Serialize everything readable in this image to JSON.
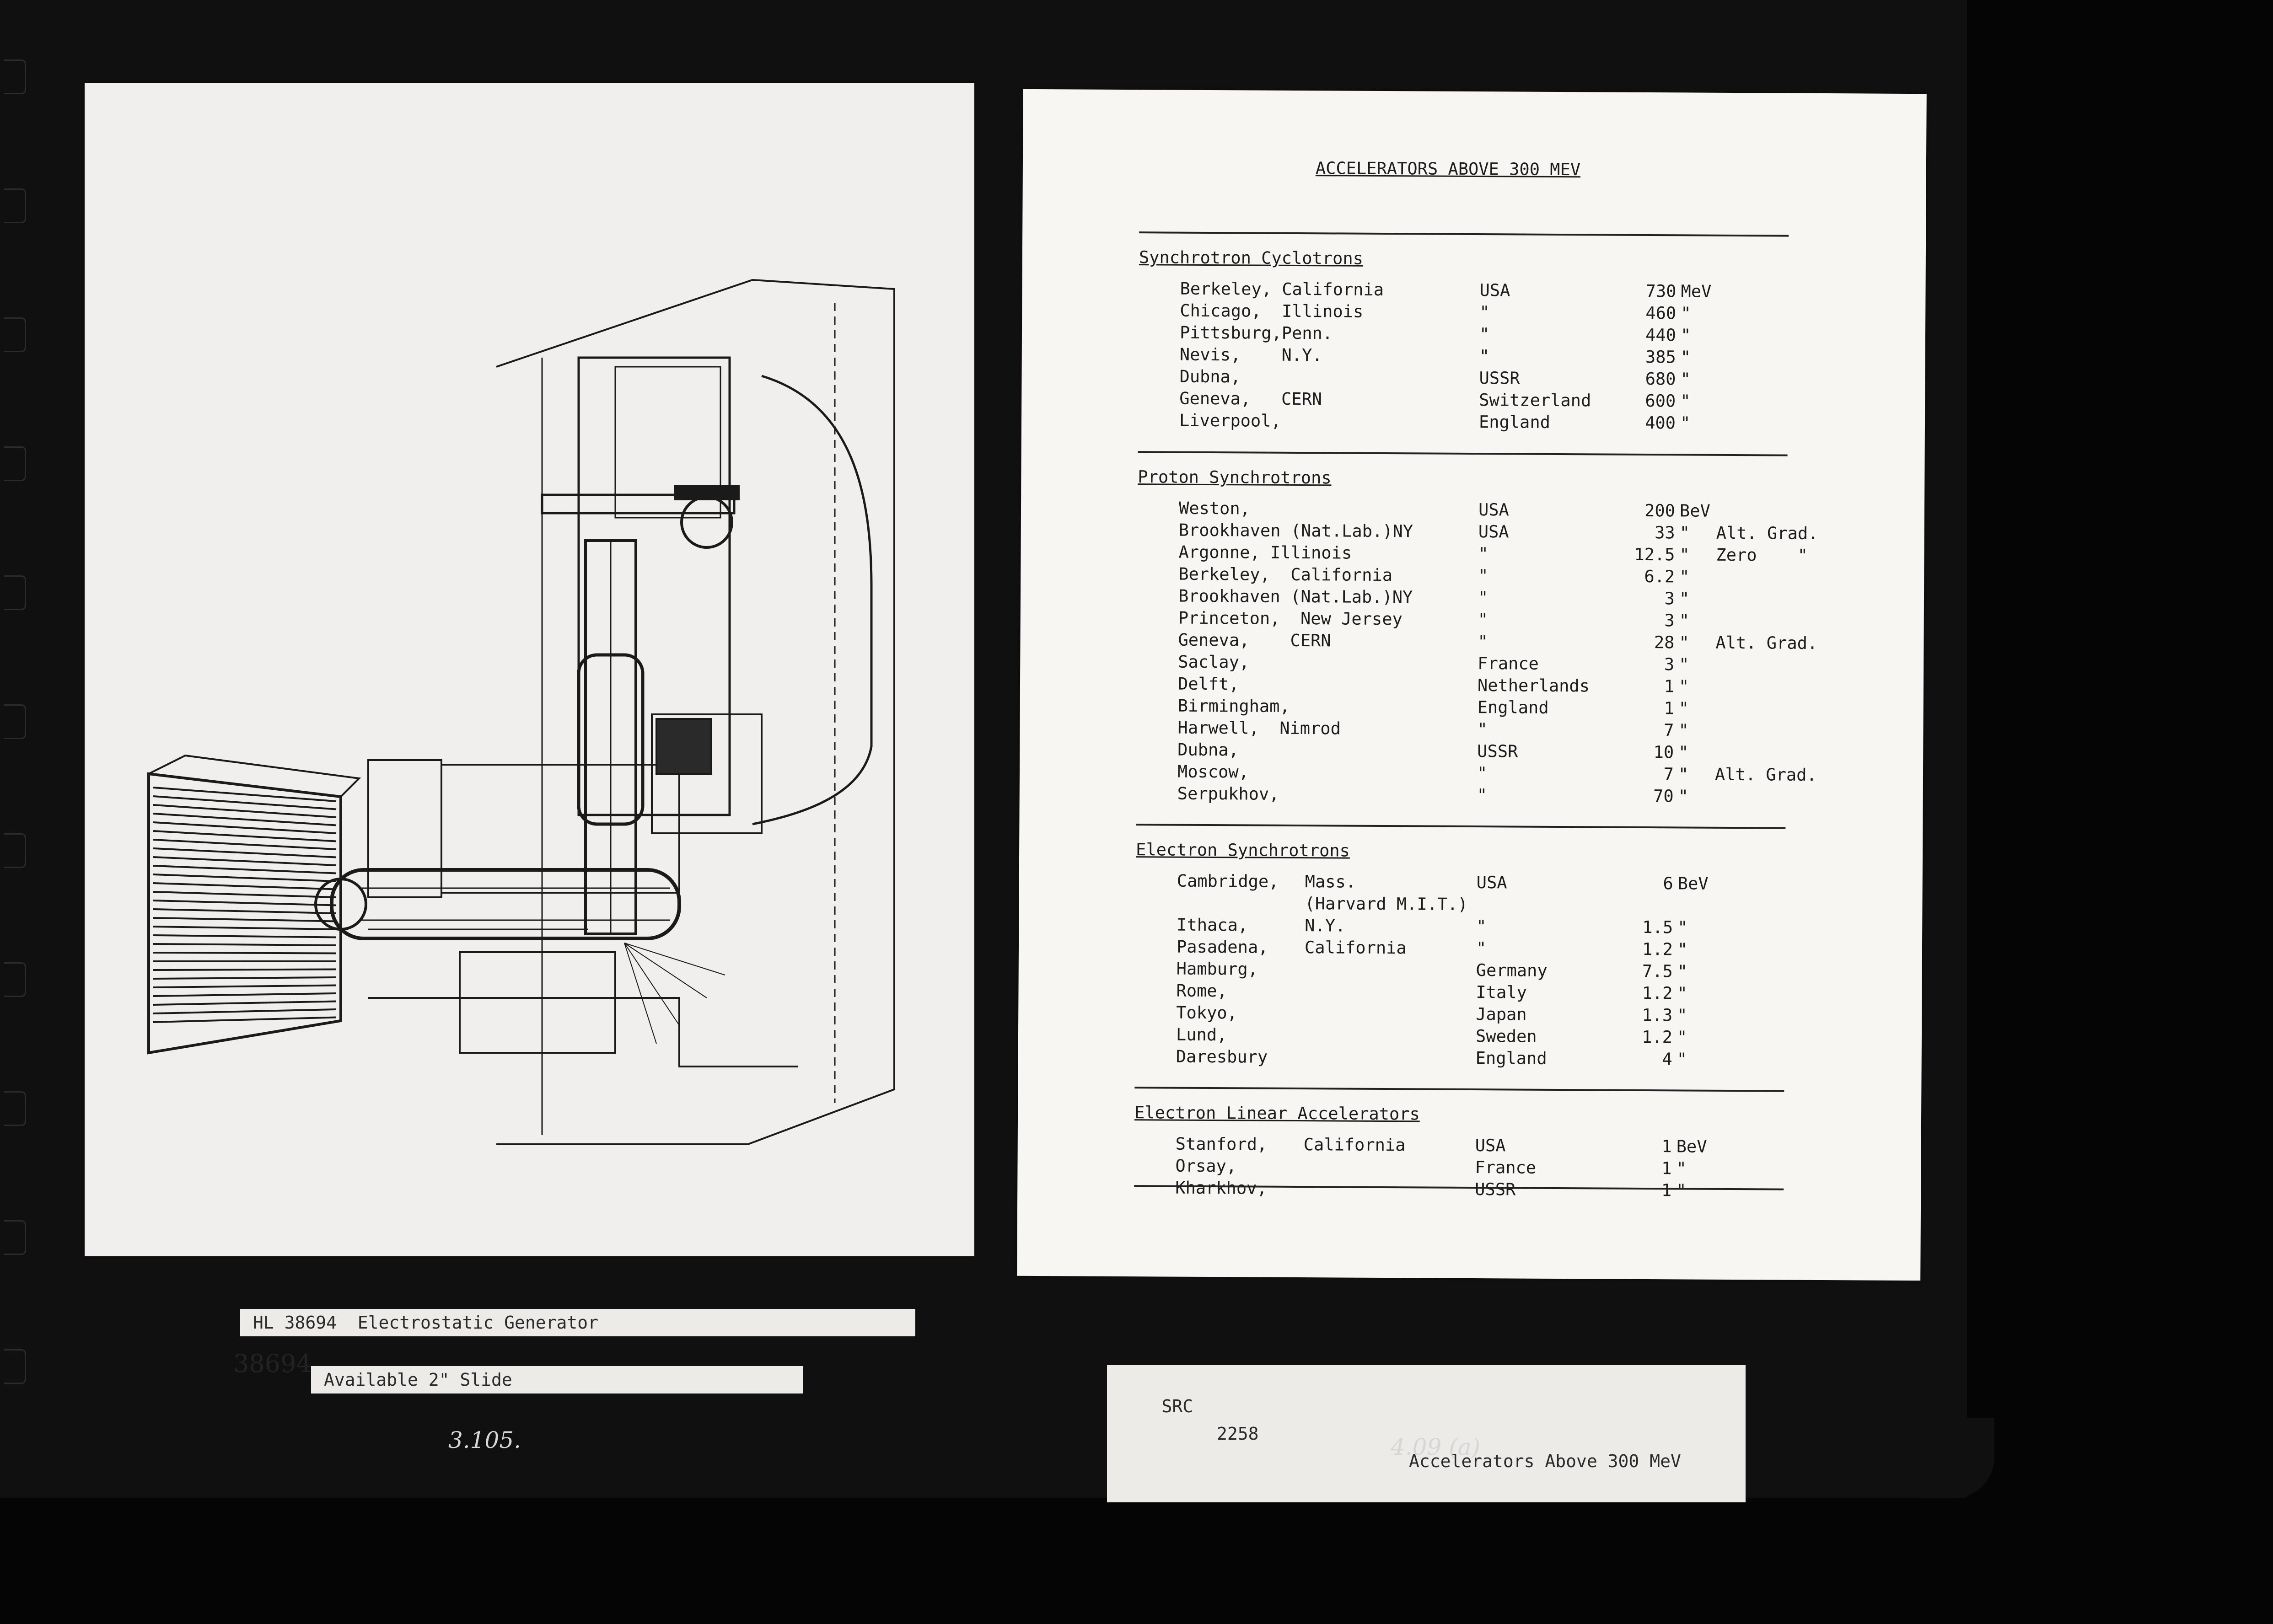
{
  "left_photo": {
    "caption_line1": "HL 38694  Electrostatic Generator",
    "caption_line2": "Available 2\" Slide",
    "handwritten_ref": "3.105.",
    "faint_ref": "38694"
  },
  "right_sheet": {
    "title": "ACCELERATORS ABOVE 300 MEV",
    "sections": [
      {
        "heading": "Synchrotron Cyclotrons",
        "rows": [
          {
            "site": "Berkeley, California",
            "detail": "",
            "country": "USA",
            "energy": "730",
            "unit": "MeV",
            "note": ""
          },
          {
            "site": "Chicago,  Illinois",
            "detail": "",
            "country": "\"",
            "energy": "460",
            "unit": "\"",
            "note": ""
          },
          {
            "site": "Pittsburg,Penn.",
            "detail": "",
            "country": "\"",
            "energy": "440",
            "unit": "\"",
            "note": ""
          },
          {
            "site": "Nevis,    N.Y.",
            "detail": "",
            "country": "\"",
            "energy": "385",
            "unit": "\"",
            "note": ""
          },
          {
            "site": "Dubna,",
            "detail": "",
            "country": "USSR",
            "energy": "680",
            "unit": "\"",
            "note": ""
          },
          {
            "site": "Geneva,   CERN",
            "detail": "",
            "country": "Switzerland",
            "energy": "600",
            "unit": "\"",
            "note": ""
          },
          {
            "site": "Liverpool,",
            "detail": "",
            "country": "England",
            "energy": "400",
            "unit": "\"",
            "note": ""
          }
        ]
      },
      {
        "heading": "Proton Synchrotrons",
        "rows": [
          {
            "site": "Weston,",
            "detail": "",
            "country": "USA",
            "energy": "200",
            "unit": "BeV",
            "note": ""
          },
          {
            "site": "Brookhaven (Nat.Lab.)NY",
            "detail": "",
            "country": "USA",
            "energy": "33",
            "unit": "\"",
            "note": "Alt. Grad."
          },
          {
            "site": "Argonne, Illinois",
            "detail": "",
            "country": "\"",
            "energy": "12.5",
            "unit": "\"",
            "note": "Zero    \""
          },
          {
            "site": "Berkeley,  California",
            "detail": "",
            "country": "\"",
            "energy": "6.2",
            "unit": "\"",
            "note": ""
          },
          {
            "site": "Brookhaven (Nat.Lab.)NY",
            "detail": "",
            "country": "\"",
            "energy": "3",
            "unit": "\"",
            "note": ""
          },
          {
            "site": "Princeton,  New Jersey",
            "detail": "",
            "country": "\"",
            "energy": "3",
            "unit": "\"",
            "note": ""
          },
          {
            "site": "Geneva,    CERN",
            "detail": "",
            "country": "\"",
            "energy": "28",
            "unit": "\"",
            "note": "Alt. Grad."
          },
          {
            "site": "Saclay,",
            "detail": "",
            "country": "France",
            "energy": "3",
            "unit": "\"",
            "note": ""
          },
          {
            "site": "Delft,",
            "detail": "",
            "country": "Netherlands",
            "energy": "1",
            "unit": "\"",
            "note": ""
          },
          {
            "site": "Birmingham,",
            "detail": "",
            "country": "England",
            "energy": "1",
            "unit": "\"",
            "note": ""
          },
          {
            "site": "Harwell,  Nimrod",
            "detail": "",
            "country": "\"",
            "energy": "7",
            "unit": "\"",
            "note": ""
          },
          {
            "site": "Dubna,",
            "detail": "",
            "country": "USSR",
            "energy": "10",
            "unit": "\"",
            "note": ""
          },
          {
            "site": "Moscow,",
            "detail": "",
            "country": "\"",
            "energy": "7",
            "unit": "\"",
            "note": "Alt. Grad."
          },
          {
            "site": "Serpukhov,",
            "detail": "",
            "country": "\"",
            "energy": "70",
            "unit": "\"",
            "note": ""
          }
        ]
      },
      {
        "heading": "Electron Synchrotrons",
        "rows": [
          {
            "site": "Cambridge,",
            "detail": "Mass.",
            "country": "USA",
            "energy": "6",
            "unit": "BeV",
            "note": ""
          },
          {
            "site": "",
            "detail": "(Harvard M.I.T.)",
            "country": "",
            "energy": "",
            "unit": "",
            "note": ""
          },
          {
            "site": "Ithaca,",
            "detail": "N.Y.",
            "country": "\"",
            "energy": "1.5",
            "unit": "\"",
            "note": ""
          },
          {
            "site": "Pasadena,",
            "detail": "California",
            "country": "\"",
            "energy": "1.2",
            "unit": "\"",
            "note": ""
          },
          {
            "site": "Hamburg,",
            "detail": "",
            "country": "Germany",
            "energy": "7.5",
            "unit": "\"",
            "note": ""
          },
          {
            "site": "Rome,",
            "detail": "",
            "country": "Italy",
            "energy": "1.2",
            "unit": "\"",
            "note": ""
          },
          {
            "site": "Tokyo,",
            "detail": "",
            "country": "Japan",
            "energy": "1.3",
            "unit": "\"",
            "note": ""
          },
          {
            "site": "Lund,",
            "detail": "",
            "country": "Sweden",
            "energy": "1.2",
            "unit": "\"",
            "note": ""
          },
          {
            "site": "Daresbury",
            "detail": "",
            "country": "England",
            "energy": "4",
            "unit": "\"",
            "note": ""
          }
        ]
      },
      {
        "heading": "Electron Linear Accelerators",
        "rows": [
          {
            "site": "Stanford,",
            "detail": "California",
            "country": "USA",
            "energy": "1",
            "unit": "BeV",
            "note": ""
          },
          {
            "site": "Orsay,",
            "detail": "",
            "country": "France",
            "energy": "1",
            "unit": "\"",
            "note": ""
          },
          {
            "site": "Kharkhov,",
            "detail": "",
            "country": "USSR",
            "energy": "1",
            "unit": "\"",
            "note": ""
          }
        ]
      }
    ],
    "caption_code": "SRC",
    "caption_number": "2258",
    "caption_text": "Accelerators Above 300 MeV",
    "handwritten_ref": "4.09 (a)"
  },
  "colors": {
    "album": "#101010",
    "paper": "#f7f6f3",
    "ink": "#1c1c1c",
    "label": "#ecebe7"
  }
}
